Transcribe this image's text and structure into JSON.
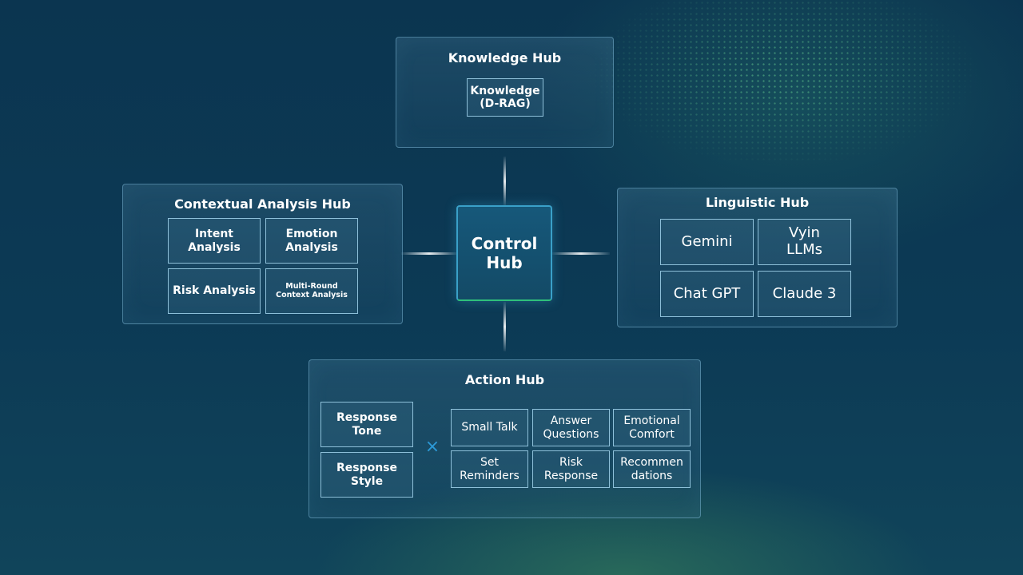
{
  "control_hub": {
    "label": "Control\nHub"
  },
  "knowledge_hub": {
    "title": "Knowledge Hub",
    "items": [
      "Knowledge\n(D-RAG)"
    ]
  },
  "contextual_hub": {
    "title": "Contextual Analysis Hub",
    "items": [
      "Intent\nAnalysis",
      "Emotion\nAnalysis",
      "Risk Analysis",
      "Multi-Round\nContext Analysis"
    ]
  },
  "linguistic_hub": {
    "title": "Linguistic Hub",
    "items": [
      "Gemini",
      "Vyin\nLLMs",
      "Chat GPT",
      "Claude 3"
    ]
  },
  "action_hub": {
    "title": "Action Hub",
    "response_items": [
      "Response\nTone",
      "Response\nStyle"
    ],
    "operator": "×",
    "action_items": [
      "Small Talk",
      "Answer\nQuestions",
      "Emotional\nComfort",
      "Set\nReminders",
      "Risk\nResponse",
      "Recommen\ndations"
    ]
  },
  "colors": {
    "background": "#0c3a55",
    "accent": "#2c9ad8",
    "control_border": "#3aa0c8",
    "green_glow": "#2fc07a"
  }
}
